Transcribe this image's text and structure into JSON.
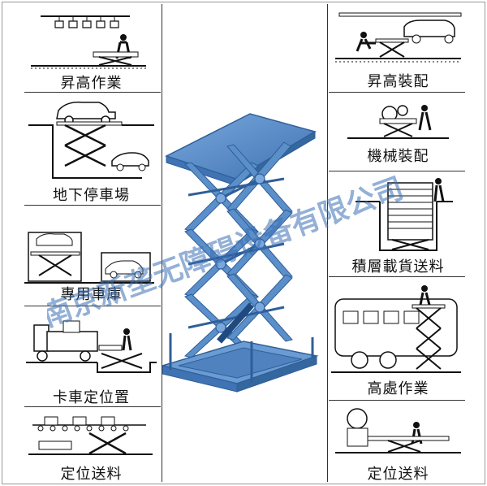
{
  "captions": {
    "left": [
      "昇高作業",
      "地下停車場",
      "專用車庫",
      "卡車定位置",
      "定位送料"
    ],
    "right": [
      "昇高裝配",
      "機械裝配",
      "積層載貨送料",
      "高處作業",
      "定位送料"
    ]
  },
  "watermark": "南京新垄无障碍设备有限公司",
  "colors": {
    "lift_blue": "#5b8fc9",
    "lift_dark": "#2f5f99",
    "watermark": "#3b6fb5"
  }
}
